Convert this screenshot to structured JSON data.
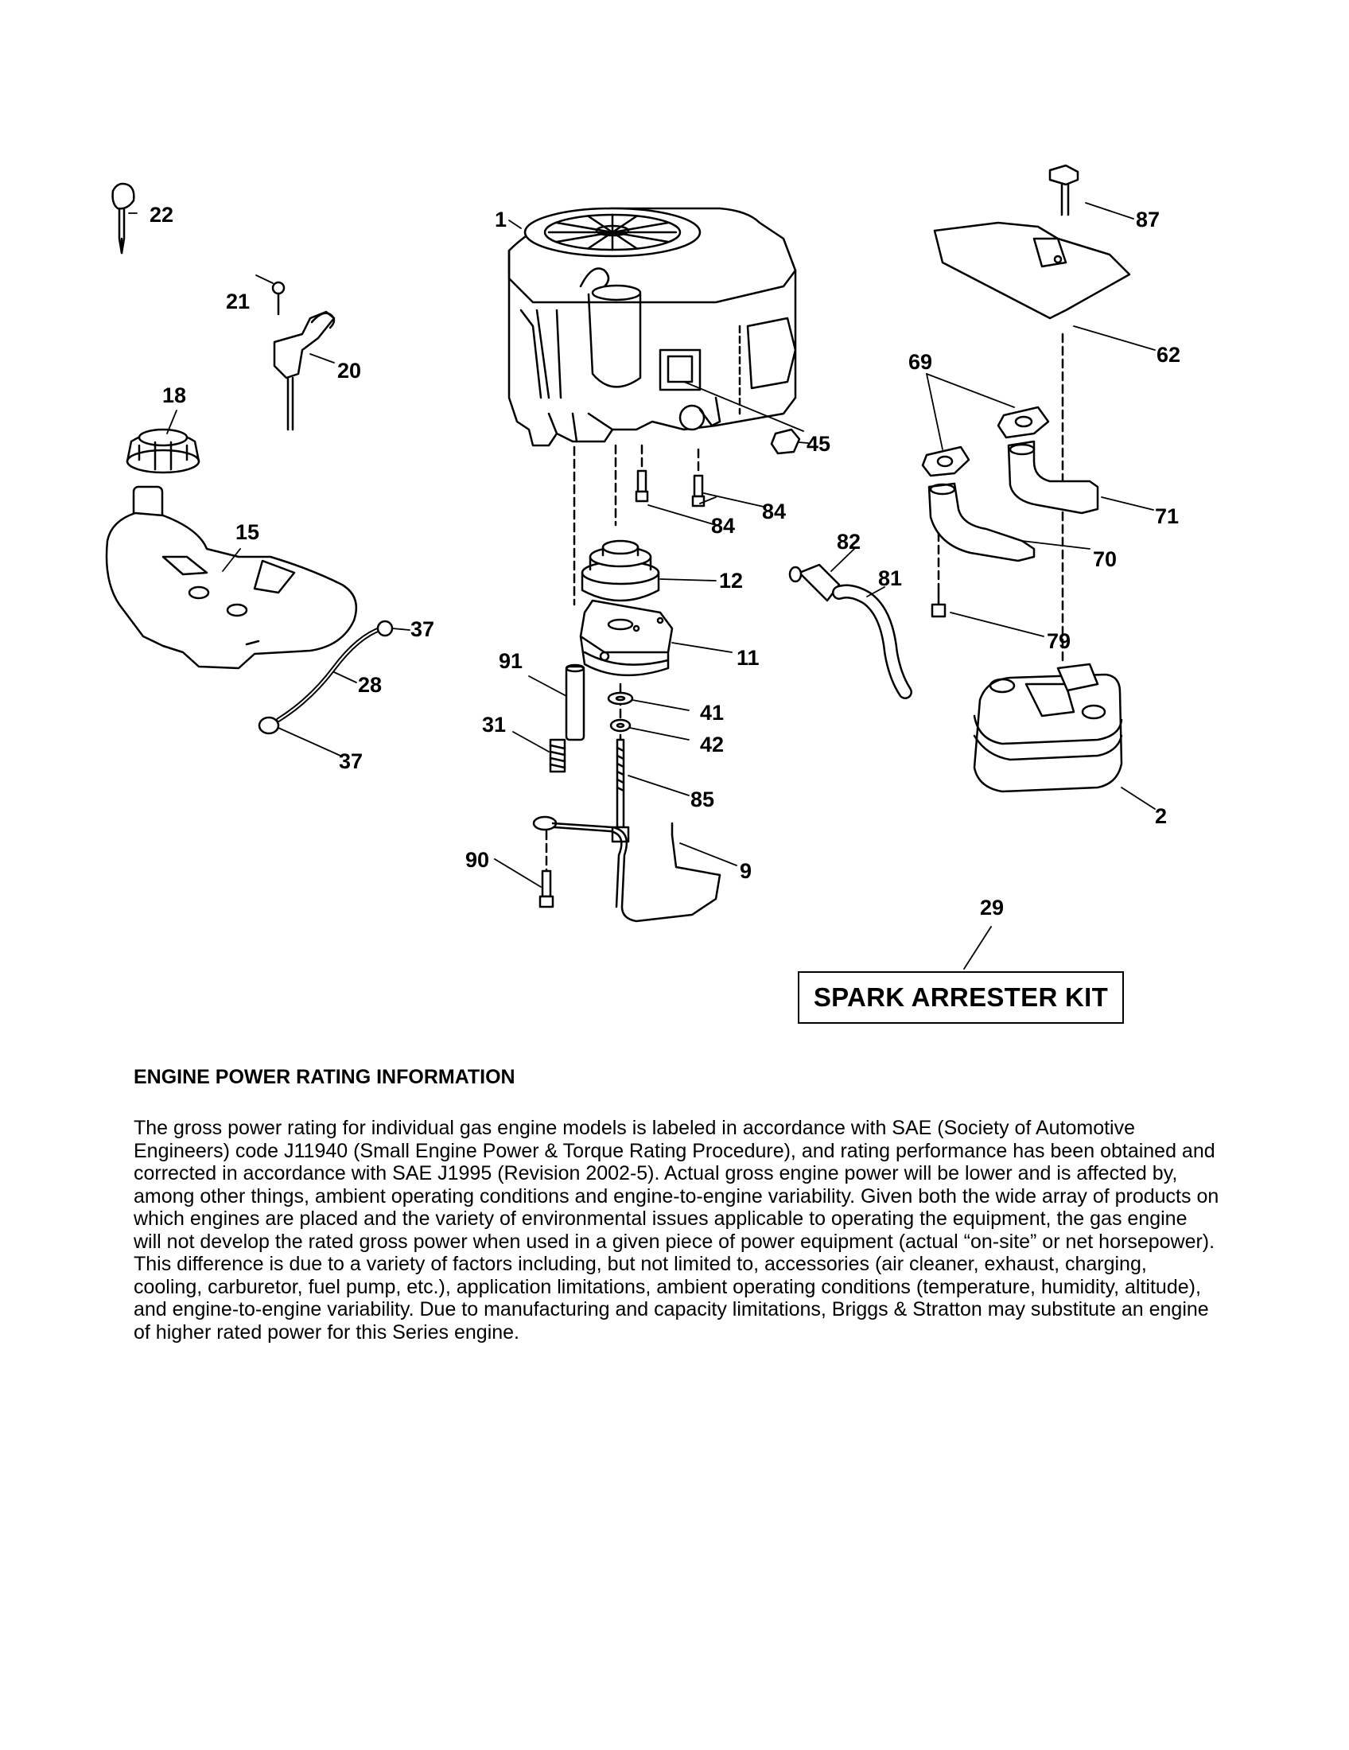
{
  "callouts": {
    "c1": "1",
    "c2": "2",
    "c9": "9",
    "c11": "11",
    "c12": "12",
    "c15": "15",
    "c18": "18",
    "c20": "20",
    "c21": "21",
    "c22": "22",
    "c28": "28",
    "c29": "29",
    "c31": "31",
    "c37a": "37",
    "c37b": "37",
    "c41": "41",
    "c42": "42",
    "c45": "45",
    "c62": "62",
    "c69": "69",
    "c70": "70",
    "c71": "71",
    "c79": "79",
    "c81": "81",
    "c82": "82",
    "c84a": "84",
    "c84b": "84",
    "c85": "85",
    "c87": "87",
    "c90": "90",
    "c91": "91"
  },
  "spark_arrester_kit": "SPARK ARRESTER KIT",
  "engine_info": {
    "heading": "ENGINE POWER RATING INFORMATION",
    "body": "The gross power rating for individual gas engine models is labeled in accordance with SAE (Society of Automotive Engineers) code J11940 (Small Engine Power & Torque Rating Procedure), and rating performance has been obtained and corrected in accordance with SAE J1995 (Revision 2002-5). Actual gross engine power will be lower and is affected by, among other things, ambient operating conditions and engine-to-engine variability. Given both the wide array of products on which engines are placed and the variety of environmental issues applicable to operating the equipment, the gas engine will not develop the rated gross power when used in a given piece of power equipment (actual “on-site” or net horsepower). This difference is due to a variety of factors including, but not limited to, accessories (air cleaner, exhaust, charging, cooling, carburetor, fuel pump, etc.), application limitations, ambient operating conditions (temperature, humidity, altitude), and engine-to-engine variability. Due to manufacturing and capacity limitations, Briggs & Stratton may substitute an engine of higher rated power for this Series engine."
  }
}
